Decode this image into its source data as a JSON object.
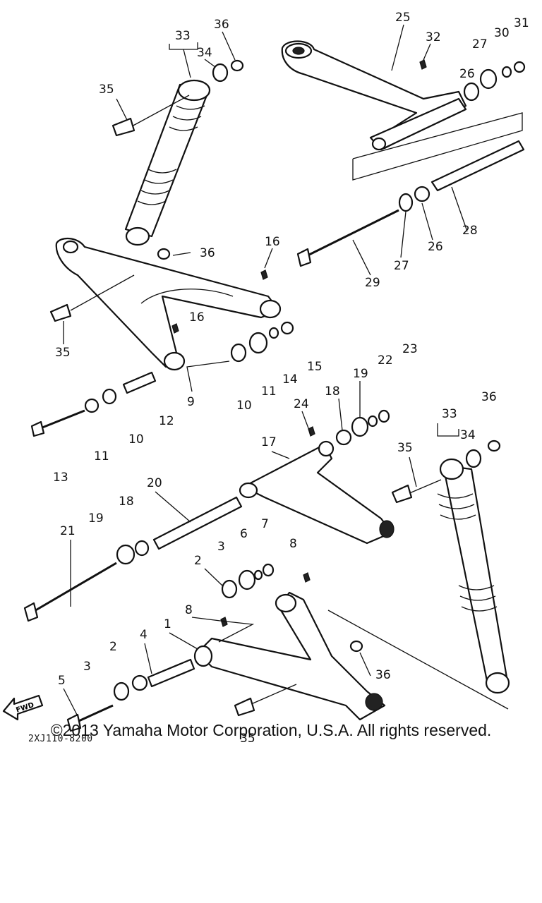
{
  "diagram": {
    "callouts": [
      "1",
      "2",
      "3",
      "4",
      "5",
      "6",
      "7",
      "8",
      "9",
      "10",
      "11",
      "12",
      "13",
      "14",
      "15",
      "16",
      "17",
      "18",
      "19",
      "20",
      "21",
      "22",
      "23",
      "24",
      "25",
      "26",
      "27",
      "28",
      "29",
      "30",
      "31",
      "32",
      "33",
      "34",
      "35",
      "36"
    ],
    "fwd_label": "FWD",
    "diagram_code": "2XJ110-8200"
  },
  "footer": {
    "copyright": "©2013 Yamaha Motor Corporation, U.S.A. All rights reserved."
  }
}
